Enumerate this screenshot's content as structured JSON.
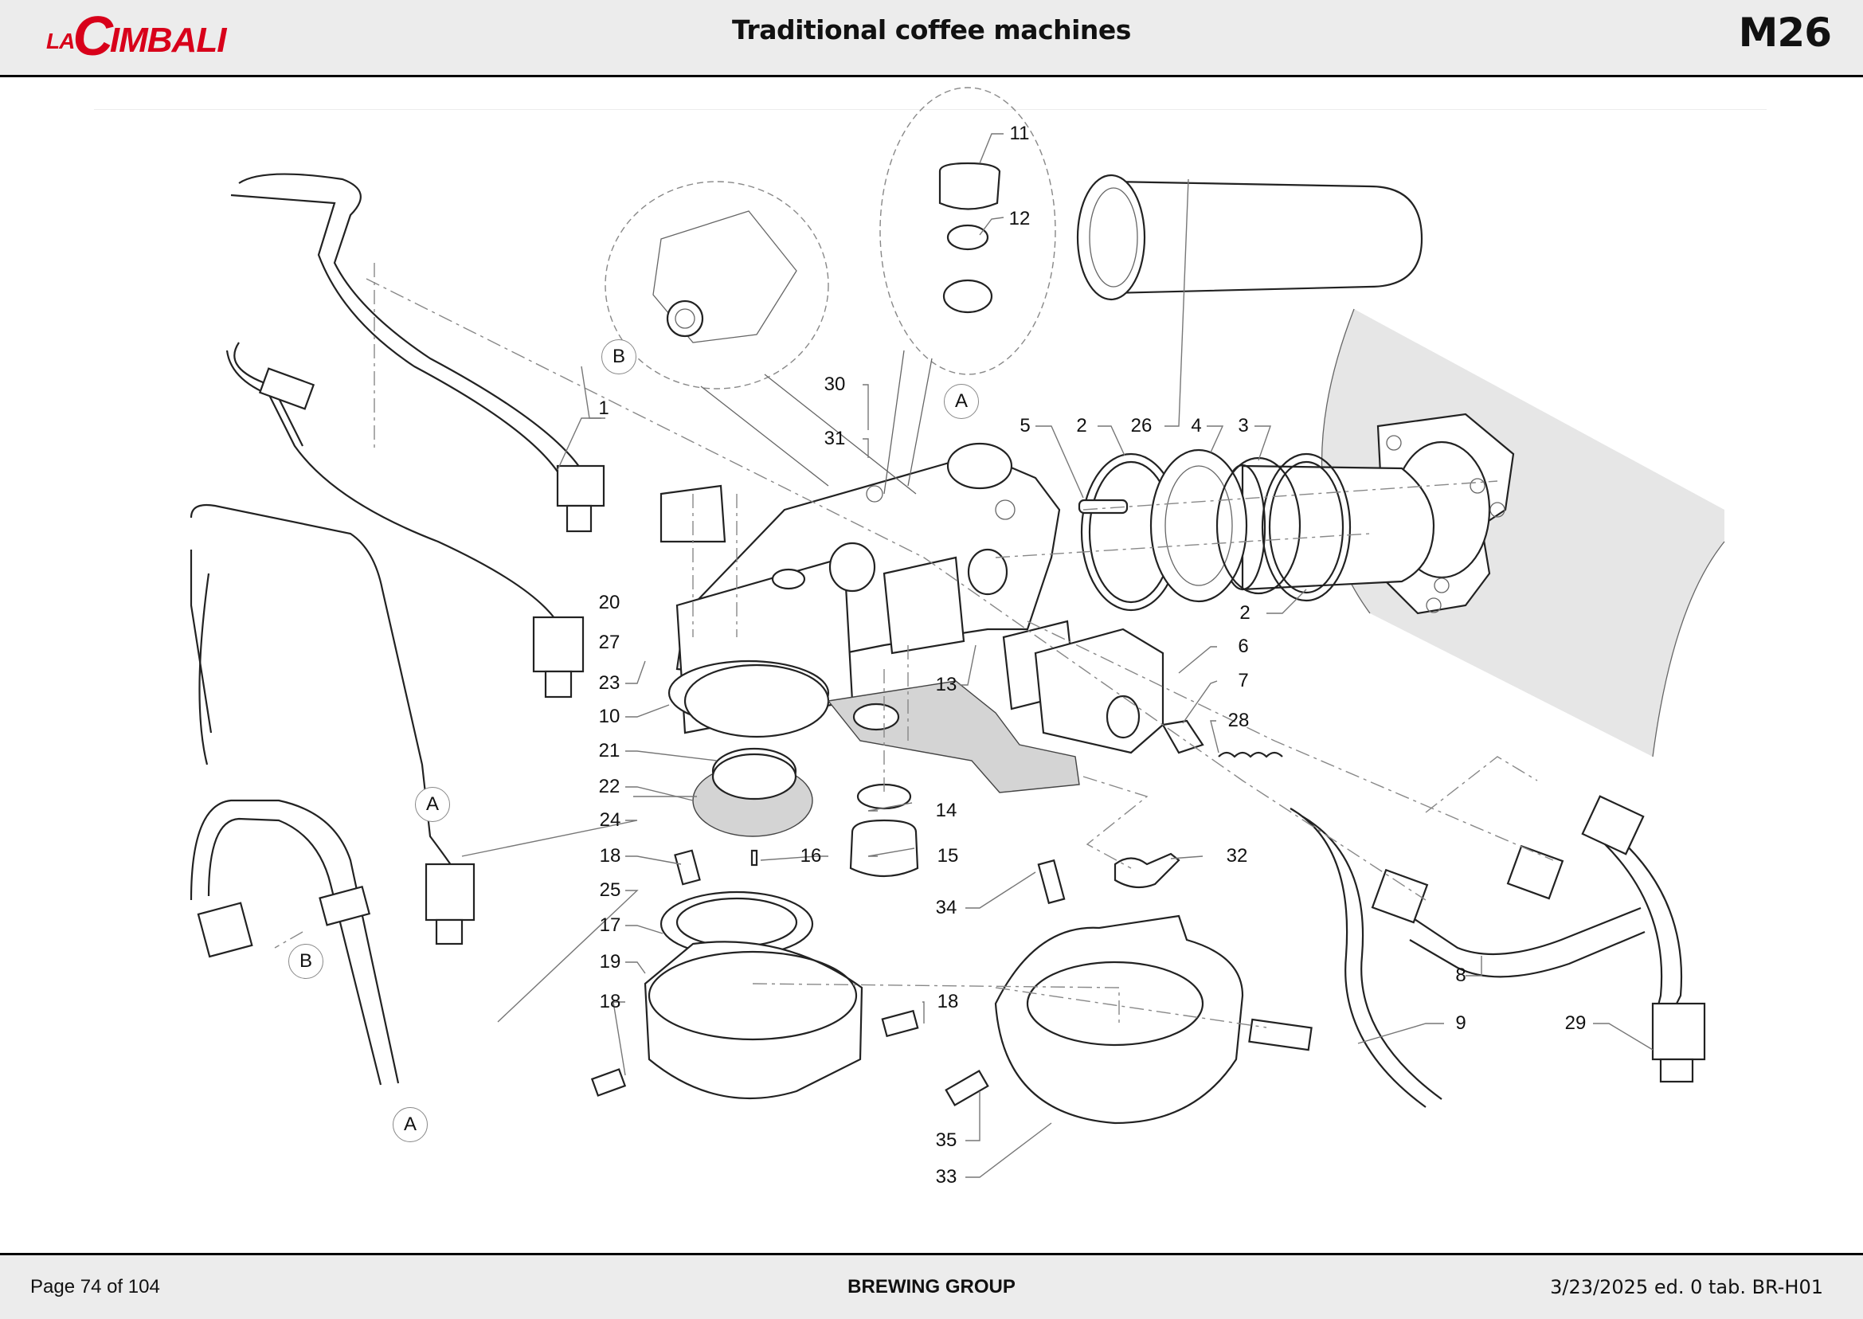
{
  "header": {
    "brand_logo": {
      "prefix": "LA",
      "initial": "C",
      "rest": "IMBALI"
    },
    "title": "Traditional coffee machines",
    "model": "M26",
    "brand_color": "#d8001a"
  },
  "footer": {
    "page": "Page 74 of 104",
    "section": "BREWING GROUP",
    "reference": "3/23/2025 ed. 0 tab. BR-H01"
  },
  "diagram": {
    "subject": "Brewing group exploded view",
    "callouts": [
      {
        "label": "1"
      },
      {
        "label": "2"
      },
      {
        "label": "2"
      },
      {
        "label": "3"
      },
      {
        "label": "4"
      },
      {
        "label": "5"
      },
      {
        "label": "6"
      },
      {
        "label": "7"
      },
      {
        "label": "8"
      },
      {
        "label": "9"
      },
      {
        "label": "10"
      },
      {
        "label": "11"
      },
      {
        "label": "12"
      },
      {
        "label": "13"
      },
      {
        "label": "14"
      },
      {
        "label": "15"
      },
      {
        "label": "16"
      },
      {
        "label": "17"
      },
      {
        "label": "18"
      },
      {
        "label": "18"
      },
      {
        "label": "18"
      },
      {
        "label": "19"
      },
      {
        "label": "20"
      },
      {
        "label": "21"
      },
      {
        "label": "22"
      },
      {
        "label": "23"
      },
      {
        "label": "24"
      },
      {
        "label": "25"
      },
      {
        "label": "26"
      },
      {
        "label": "27"
      },
      {
        "label": "28"
      },
      {
        "label": "29"
      },
      {
        "label": "30"
      },
      {
        "label": "31"
      },
      {
        "label": "32"
      },
      {
        "label": "33"
      },
      {
        "label": "34"
      },
      {
        "label": "35"
      }
    ],
    "reference_markers": [
      {
        "label": "A"
      },
      {
        "label": "A"
      },
      {
        "label": "A"
      },
      {
        "label": "B"
      },
      {
        "label": "B"
      }
    ]
  }
}
